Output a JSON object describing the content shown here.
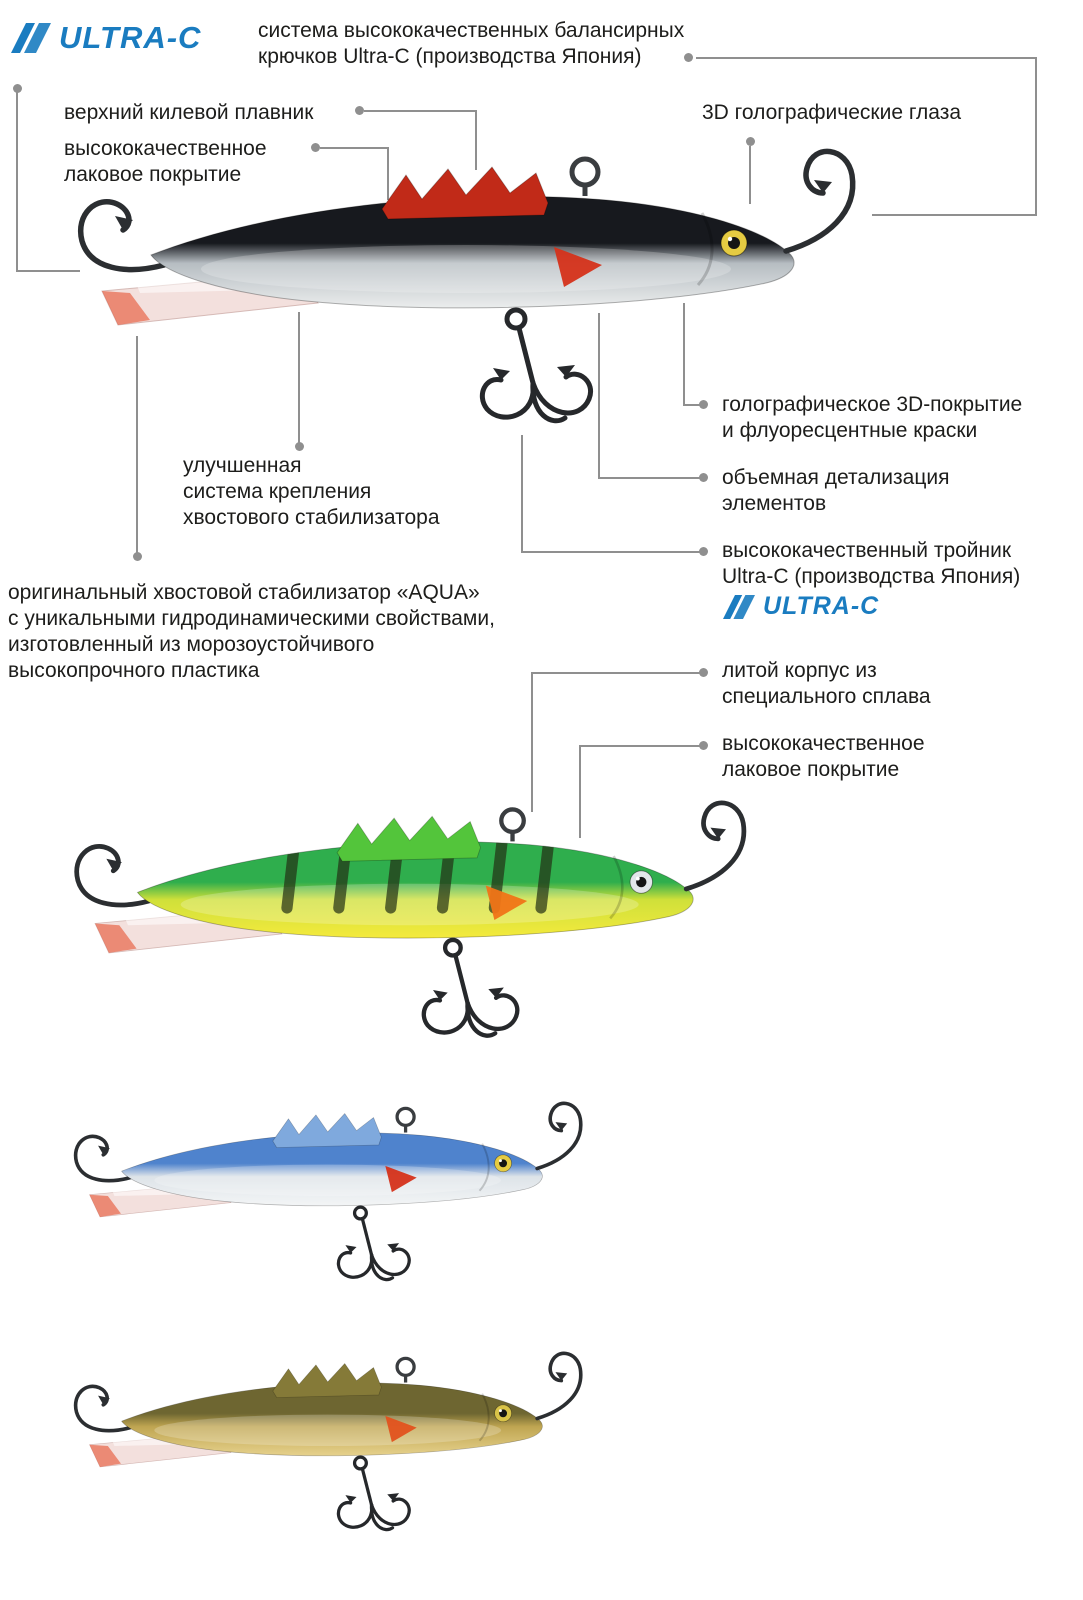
{
  "brand": {
    "name": "ULTRA-C",
    "color": "#1a7cc0"
  },
  "colors": {
    "background": "#ffffff",
    "annotation_line": "#8f8f8f",
    "text": "#1d1d1b",
    "hook_metal": "#2b2e31"
  },
  "callouts": {
    "hook_system": "система высококачественных балансирных\nкрючков Ultra-C (производства Япония)",
    "top_keel_fin": "верхний килевой плавник",
    "lacquer_top": "высококачественное\nлаковое покрытие",
    "holo_eyes": "3D голографические глаза",
    "holo_coating": "голографическое 3D-покрытие\nи флуоресцентные краски",
    "volume_detail": "объемная детализация\nэлементов",
    "treble": "высококачественный тройник\nUltra-C (производства Япония)",
    "tail_mount": "улучшенная\nсистема крепления\nхвостового стабилизатора",
    "tail_stabilizer": "оригинальный хвостовой стабилизатор «AQUA»\nс уникальными гидродинамическими свойствами,\nизготовленный из морозоустойчивого\nвысокопрочного пластика",
    "cast_body": "литой корпус из\nспециального сплава",
    "lacquer_bottom": "высококачественное\nлаковое покрытие"
  },
  "lures": [
    {
      "id": "silver-black-holographic",
      "colors": {
        "back": "#17191e",
        "mid": "#b6bdc2",
        "belly": "#ebeded",
        "fin": "#c12a18",
        "fin2": "#d5321a",
        "eye": "#e5cb42",
        "bars": false,
        "bar": ""
      }
    },
    {
      "id": "green-perch",
      "colors": {
        "back": "#2fae4d",
        "mid": "#cfe03a",
        "belly": "#f4ea3d",
        "fin": "#53c53b",
        "fin2": "#f07417",
        "eye": "#e2e6e9",
        "bars": true,
        "bar": "#233014"
      }
    },
    {
      "id": "blue-silver",
      "colors": {
        "back": "#4f83cd",
        "mid": "#dde3e8",
        "belly": "#f3f5f6",
        "fin": "#7fa9dd",
        "fin2": "#d5321a",
        "eye": "#e5cb42",
        "bars": false,
        "bar": ""
      }
    },
    {
      "id": "gold-olive",
      "colors": {
        "back": "#6e6631",
        "mid": "#bfa551",
        "belly": "#e6d18c",
        "fin": "#857a38",
        "fin2": "#e2521d",
        "eye": "#d9c348",
        "bars": false,
        "bar": ""
      }
    }
  ]
}
